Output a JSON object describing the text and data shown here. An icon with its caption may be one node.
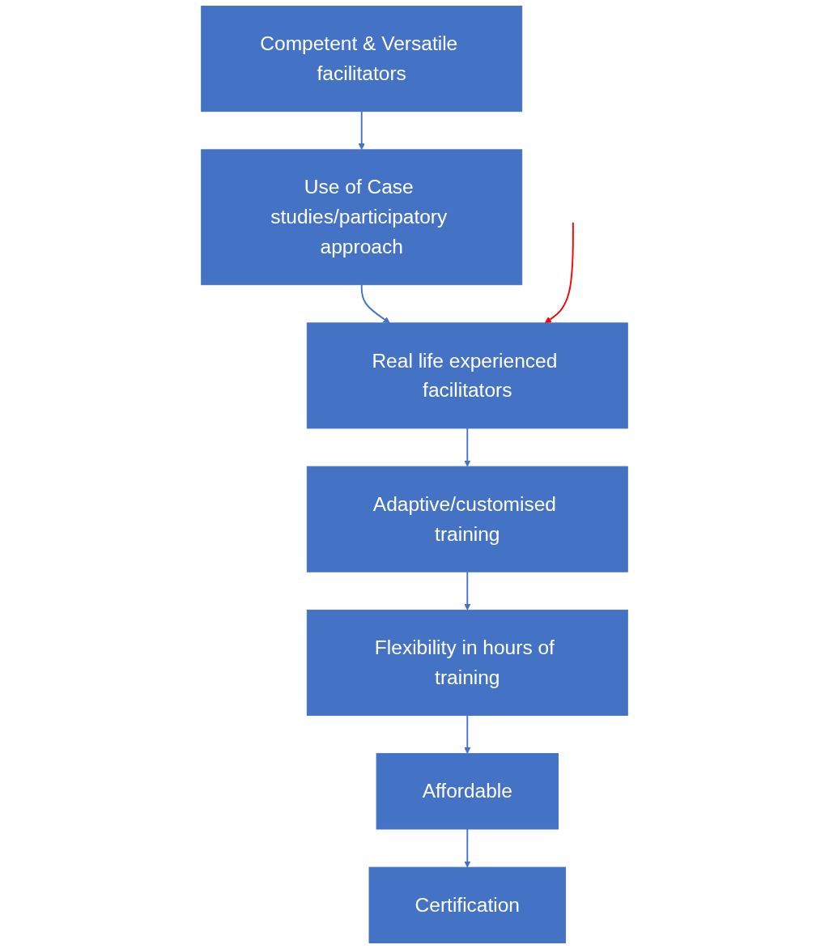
{
  "diagram": {
    "nodes": [
      {
        "text": [
          "Competent & Versatile facilitators"
        ]
      },
      {
        "text": [
          "Use of Case studies/participatory approach"
        ]
      },
      {
        "text": [
          "Real life experienced facilitators"
        ]
      },
      {
        "text": [
          "Adaptive/customised training"
        ]
      },
      {
        "text": [
          "Flexibility in hours of training"
        ]
      },
      {
        "text": [
          "Affordable"
        ]
      },
      {
        "text": [
          "Certification"
        ]
      }
    ],
    "edges": [
      {
        "from": 0,
        "to": 1,
        "arrow": "to"
      },
      {
        "from": 1,
        "to": 2,
        "arrow": "to"
      },
      {
        "from": 2,
        "to": 3,
        "arrow": "to"
      },
      {
        "from": 3,
        "to": 4,
        "arrow": "to"
      },
      {
        "from": 4,
        "to": 5,
        "arrow": "to"
      },
      {
        "from": 5,
        "to": 6,
        "arrow": "to"
      },
      {
        "from": null,
        "to": 2,
        "arrow": "to",
        "color": "#ff0000"
      }
    ]
  }
}
